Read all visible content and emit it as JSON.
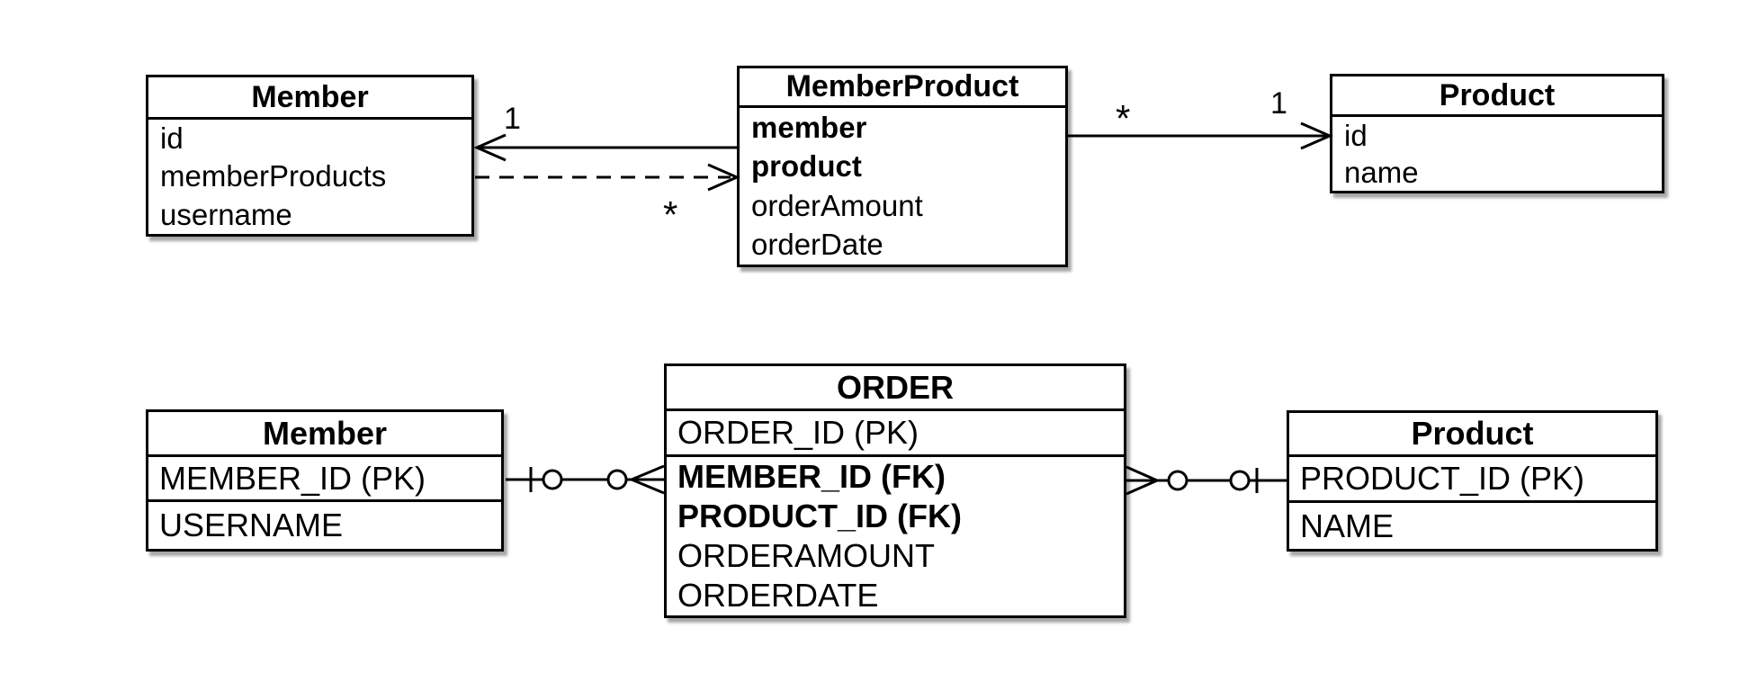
{
  "uml": {
    "member": {
      "title": "Member",
      "attrs": [
        "id",
        "memberProducts",
        "username"
      ]
    },
    "member_product": {
      "title": "MemberProduct",
      "attrs": [
        "member",
        "product",
        "orderAmount",
        "orderDate"
      ]
    },
    "product": {
      "title": "Product",
      "attrs": [
        "id",
        "name"
      ]
    },
    "multiplicity": {
      "member_one": "1",
      "memberproduct_many": "*",
      "assoc_many": "*",
      "product_one": "1"
    }
  },
  "er": {
    "member": {
      "title": "Member",
      "rows": [
        "MEMBER_ID (PK)",
        "USERNAME"
      ]
    },
    "order": {
      "title": "ORDER",
      "pk": "ORDER_ID (PK)",
      "rows": [
        "MEMBER_ID (FK)",
        "PRODUCT_ID (FK)",
        "ORDERAMOUNT",
        "ORDERDATE"
      ]
    },
    "product": {
      "title": "Product",
      "rows": [
        "PRODUCT_ID (PK)",
        "NAME"
      ]
    }
  },
  "colors": {
    "stroke": "#000000",
    "background": "#ffffff",
    "shadow": "rgba(0,0,0,0.35)"
  }
}
